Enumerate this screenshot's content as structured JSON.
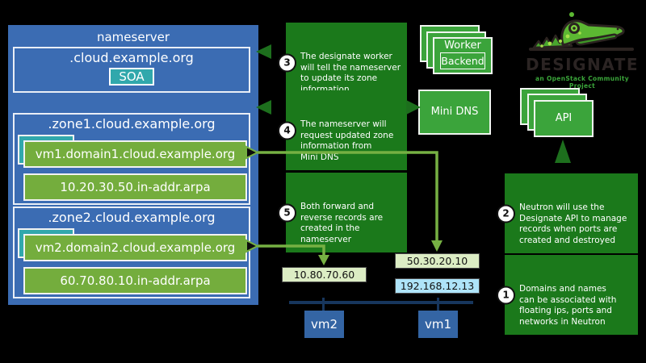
{
  "palette": {
    "background": "#000000",
    "panel_blue": "#3b6cb3",
    "record_green": "#74ad3d",
    "annotation_green": "#1b791b",
    "service_green": "#3ba43b",
    "teal": "#31a8ac",
    "pale_green_ip": "#dcedc4",
    "pale_blue_ip": "#aee4f9",
    "vm_blue": "#3465a4",
    "bus_navy": "#17365d",
    "arrow_green": "#76b043",
    "dark_arrow_green": "#1d6f1d"
  },
  "nameserver": {
    "title": "nameserver",
    "root_zone": {
      "label": ".cloud.example.org",
      "soa": "SOA"
    },
    "zones": [
      {
        "title": ".zone1.cloud.example.org",
        "forward_record": "vm1.domain1.cloud.example.org",
        "reverse_record": "10.20.30.50.in-addr.arpa"
      },
      {
        "title": ".zone2.cloud.example.org",
        "forward_record": "vm2.domain2.cloud.example.org",
        "reverse_record": "60.70.80.10.in-addr.arpa"
      }
    ]
  },
  "annotations": [
    {
      "number": "3",
      "text": "The designate worker\nwill tell the nameserver\nto update its zone\ninformation"
    },
    {
      "number": "4",
      "text": "The nameserver will\nrequest updated zone\ninformation from\nMini DNS"
    },
    {
      "number": "5",
      "text": "Both forward and\nreverse records are\ncreated in the\nnameserver"
    },
    {
      "number": "2",
      "text": "Neutron will use the\nDesignate API to manage\nrecords when ports are\ncreated and destroyed"
    },
    {
      "number": "1",
      "text": "Domains and names\ncan be associated with\nfloating ips, ports and\nnetworks in Neutron"
    }
  ],
  "services": {
    "worker_label": "Worker",
    "backend_label": "Backend",
    "minidns_label": "Mini DNS",
    "api_label": "API"
  },
  "logo": {
    "wordmark": "DESIGNATE",
    "tagline": "an OpenStack Community Project"
  },
  "network": {
    "vm2": {
      "label": "vm2",
      "floating_ip": "10.80.70.60"
    },
    "vm1": {
      "label": "vm1",
      "floating_ip": "50.30.20.10",
      "fixed_ip": "192.168.12.13"
    }
  }
}
